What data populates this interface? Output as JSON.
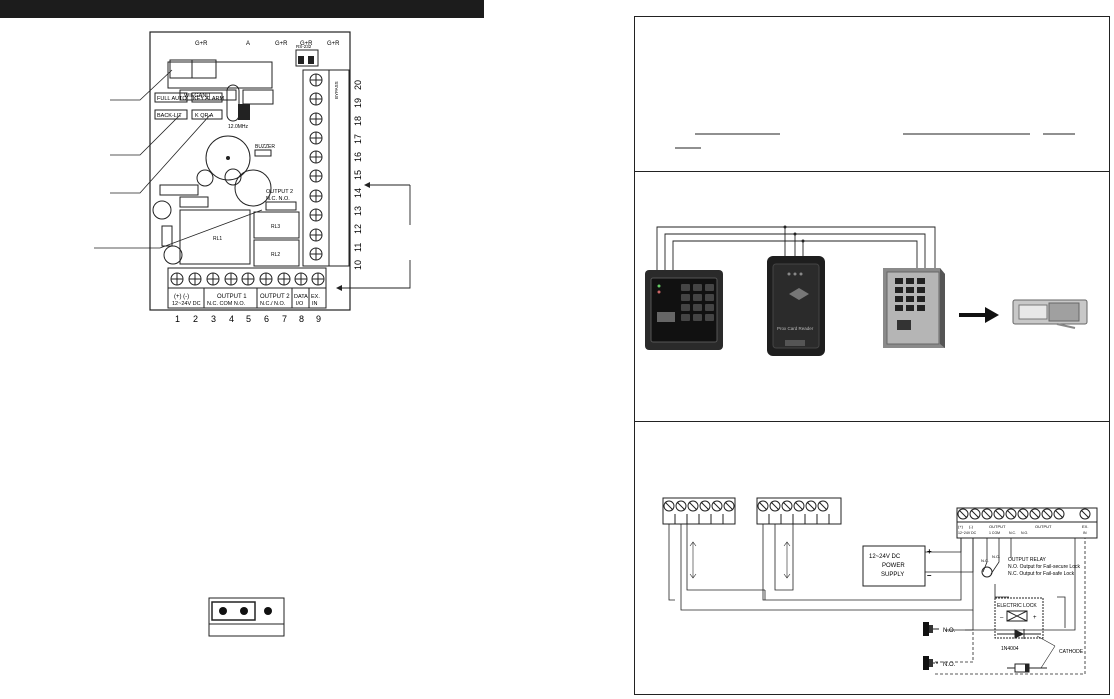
{
  "board": {
    "labels": {
      "gr1": "G+R",
      "a": "A",
      "gr2": "G+R",
      "gr3": "G+R",
      "gr4": "G+R",
      "wiegand": "WIEGAND",
      "full_auto": "FULL AUTO",
      "back_lit": "BACK-LIT",
      "key_alarm": "KEY ALARM",
      "k_qr_a": "K QR A",
      "freq": "12.0MHz",
      "buzzer": "BUZZER",
      "output2": "OUTPUT 2",
      "nc_no_top": "N.C. N.O.",
      "rs": "RS-232",
      "bypass": "BYPASS",
      "power_label": "(+)    (-)",
      "power_sub": "12~24V DC",
      "output1": "OUTPUT 1",
      "output1_sub": "N.C. COM N.O.",
      "output2_sub": "N.C./ N.O.",
      "data_label": "DATA",
      "data_sub": "I/O",
      "ex_label": "EX.",
      "ex_sub": "IN",
      "rl1": "RL1",
      "rl2": "RL2",
      "rl3": "RL3"
    },
    "bottom_numbers": [
      "1",
      "2",
      "3",
      "4",
      "5",
      "6",
      "7",
      "8",
      "9"
    ],
    "side_numbers": [
      "20",
      "19",
      "18",
      "17",
      "16",
      "15",
      "14",
      "13",
      "12",
      "11",
      "10"
    ]
  },
  "wiring": {
    "power_supply": [
      "12~24V DC",
      "POWER",
      "SUPPLY"
    ],
    "plus": "+",
    "minus": "–",
    "terminal_labels": [
      "(+)",
      "(-)",
      "OUTPUT",
      "OUTPUT",
      "EX."
    ],
    "terminal_sub": [
      "12~24V DC",
      "1 COM",
      "N.C.",
      "N.O.",
      "IN"
    ],
    "output_relay": "OUTPUT RELAY",
    "no_failsecure": "N.O. Output for Fail-secure Lock",
    "nc_failsafe": "N.C. Output for Fail-safe Lock",
    "nc": "N.C.",
    "no": "N.O.",
    "electric_lock": "ELECTRIC LOCK",
    "diode": "1N4004",
    "cathode": "CATHODE",
    "switch_no_1": "N.O.",
    "switch_no_2": "N.O."
  },
  "devices": {
    "reader_caption": "Prox Card Reader"
  }
}
